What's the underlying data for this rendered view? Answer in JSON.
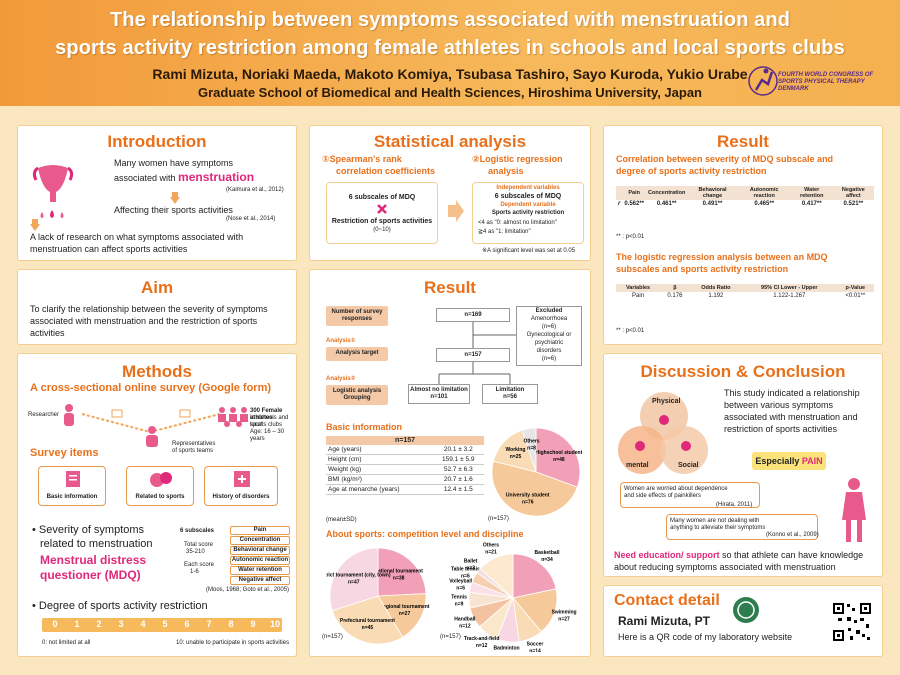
{
  "header": {
    "title_line1": "The relationship between symptoms associated with menstruation and",
    "title_line2": "sports activity restriction among female athletes in schools and local sports clubs",
    "authors": "Rami Mizuta, Noriaki Maeda, Makoto Komiya, Tsubasa Tashiro, Sayo Kuroda, Yukio Urabe",
    "affiliation": "Graduate School of Biomedical and Health Sciences, Hiroshima University, Japan",
    "logo_text": [
      "FOURTH WORLD CONGRESS OF",
      "SPORTS PHYSICAL THERAPY",
      "DENMARK"
    ]
  },
  "intro": {
    "title": "Introduction",
    "l1": "Many women have symptoms",
    "l2a": "associated with ",
    "l2b": "menstruation",
    "ref1": "(Kaimura et al., 2012)",
    "l3": "Affecting their sports activities",
    "ref2": "(Nose et al., 2014)",
    "l4": "A lack of research on what symptoms associated with",
    "l5": "menstruation can affect sports activities"
  },
  "aim": {
    "title": "Aim",
    "l1": "To clarify the relationship between the severity of symptoms",
    "l2": "associated with menstruation and the restriction of sports",
    "l3": "activities"
  },
  "methods": {
    "title": "Methods",
    "subtitle": "A cross-sectional online survey (Google form)",
    "researcher": "Researcher",
    "reps": [
      "Representatives",
      "of sports teams"
    ],
    "athletes": [
      "300 Female athletes",
      "in schools and local",
      "sports clubs",
      "Age: 16 – 30 years"
    ],
    "survey_items": "Survey items",
    "items": [
      "Basic information",
      "Related to sports",
      "History of disorders"
    ],
    "sev1": "• Severity of symptoms",
    "sev2": "related to menstruation",
    "mdq1": "Menstrual distress",
    "mdq2": "questioner (MDQ)",
    "subscales_label": "6 subscales",
    "total": [
      "Total score",
      "35-210"
    ],
    "each": [
      "Each score",
      "1-6"
    ],
    "subscales": [
      "Pain",
      "Concentration",
      "Behavioral change",
      "Autonomic reaction",
      "Water retention",
      "Negative affect"
    ],
    "ref": "(Moos, 1968; Goto et al., 2005)",
    "degree": "• Degree of sports activity restriction",
    "scale": [
      "0",
      "1",
      "2",
      "3",
      "4",
      "5",
      "6",
      "7",
      "8",
      "9",
      "10"
    ],
    "scale_left": "0: not limited at all",
    "scale_right": "10: unable to participate in sports activities"
  },
  "stats": {
    "title": "Statistical analysis",
    "h1a": "①Spearman's rank",
    "h1b": "correlation coefficients",
    "h2a": "②Logistic regression",
    "h2b": "analysis",
    "b1": "6 subscales of MDQ",
    "b2": "Restriction of sports activities",
    "b3": "(0~10)",
    "iv": "Independent variables",
    "iv2": "6 subscales of MDQ",
    "dv": "Dependent variable",
    "dv2": "Sports activity restriction",
    "dv3": "<4 as \"0: almost no limitation\"",
    "dv4": "≧4 as \"1: limitation\"",
    "note": "※A significant level was set at 0.05"
  },
  "result_mid": {
    "title": "Result",
    "survey": [
      "Number of survey",
      "responses"
    ],
    "n169": "n=169",
    "excluded": [
      "Excluded",
      "Amenorrhoea",
      "(n=6)",
      "Gynecological or",
      "psychiatric",
      "disorders",
      "(n=6)"
    ],
    "a1": "Analysis①",
    "target": "Analysis target",
    "n157": "n=157",
    "a2": "Analysis②",
    "grouping": [
      "Logistic analysis",
      "Grouping"
    ],
    "g1": [
      "Almost no limitation",
      "n=101"
    ],
    "g2": [
      "Limitation",
      "n=56"
    ],
    "basic": "Basic information",
    "basic_n": "n=157",
    "basic_rows": [
      [
        "Age (years)",
        "20.1 ± 3.2"
      ],
      [
        "Height (cm)",
        "159.1 ± 5.9"
      ],
      [
        "Weight (kg)",
        "52.7 ± 6.3"
      ],
      [
        "BMI (kg/m²)",
        "20.7 ± 1.6"
      ],
      [
        "Age at menarche (years)",
        "12.4 ± 1.5"
      ]
    ],
    "meansd": "(mean±SD)",
    "n157b": "(n=157)",
    "about": "About sports: competition level and discipline",
    "n157c": "(n=157)",
    "n157d": "(n=157)"
  },
  "chart_data": [
    {
      "type": "pie",
      "categories": [
        "Highschool student",
        "University student",
        "Working",
        "Others"
      ],
      "values": [
        48,
        76,
        25,
        8
      ]
    },
    {
      "type": "pie",
      "categories": [
        "National tournament",
        "Regional tournament",
        "Prefectural tournament",
        "District tournament (city, town)"
      ],
      "values": [
        38,
        27,
        45,
        47
      ]
    },
    {
      "type": "pie",
      "categories": [
        "Basketball",
        "Swimming",
        "Soccer",
        "Badminton",
        "Track-and-field",
        "Handball",
        "Tennis",
        "Volleyball",
        "Table tennis",
        "Ballet",
        "Others"
      ],
      "values": [
        34,
        27,
        14,
        13,
        12,
        12,
        9,
        6,
        6,
        3,
        21
      ]
    }
  ],
  "result_right": {
    "title": "Result",
    "corr1": "Correlation between severity of MDQ subscale and",
    "corr2": "degree of sports activity restriction",
    "corr_head": [
      "",
      "Pain",
      "Concentration",
      "Behavioral change",
      "Autonomic reaction",
      "Water retention",
      "Negative affect"
    ],
    "corr_row": [
      "r",
      "0.562**",
      "0.461**",
      "0.491**",
      "0.465**",
      "0.417**",
      "0.521**"
    ],
    "pnote1": "** : p<0.01",
    "lr1": "The logistic regression analysis between an MDQ",
    "lr2": "subscales and sports activity restriction",
    "lr_head": [
      "Variables",
      "β",
      "Odds Ratio",
      "95% CI Lower - Upper",
      "p-Value"
    ],
    "lr_row": [
      "Pain",
      "0.176",
      "1.192",
      "1.122-1.267",
      "<0.01**"
    ],
    "pnote2": "** : p<0.01"
  },
  "discussion": {
    "title": "Discussion & Conclusion",
    "physical": "Physical",
    "mental": "mental",
    "social": "Social",
    "d1": "This study indicated a relationship",
    "d2": "between various symptoms",
    "d3": "associated with menstruation and",
    "d4": "restriction of sports activities",
    "especially": "Especially ",
    "pain": "PAIN",
    "c1a": "Women are worried about dependence",
    "c1b": "and side effects of painkillers",
    "c1ref": "(Hirata, 2011)",
    "c2a": "Many women are not dealing with",
    "c2b": "anything to alleviate their symptoms",
    "c2ref": "(Konno et al., 2009)",
    "need": "Need education/ support",
    "need2": " so that athlete can have knowledge",
    "need3": "about reducing symptoms associated with menstruation"
  },
  "contact": {
    "title": "Contact detail",
    "name": "Rami Mizuta, PT",
    "qr": "Here is a QR code of my laboratory website"
  },
  "colors": {
    "accent": "#e8701a",
    "pink": "#e0287a",
    "header": "#f29a3a"
  }
}
